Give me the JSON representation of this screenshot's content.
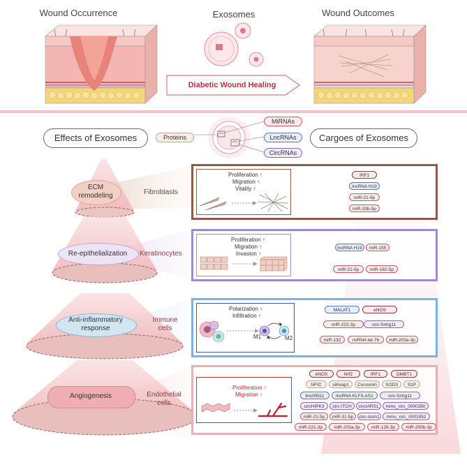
{
  "header": {
    "wound_occurrence": "Wound Occurrence",
    "exosomes": "Exosomes",
    "wound_outcomes": "Wound Outcomes",
    "banner": "Diabetic Wound Healing"
  },
  "middle": {
    "effects": "Effects of Exosomes",
    "cargoes": "Cargoes of Exosomes",
    "proteins": "Proteins",
    "mirnas": "MiRNAs",
    "lncrnas": "LncRNAs",
    "circrnas": "CircRNAs"
  },
  "levels": [
    {
      "process": "ECM remodeling",
      "cell": "Fibroblasts",
      "effects": [
        "Proliferation ↑",
        "Migration ↑",
        "Vitality ↑"
      ],
      "cargoes": [
        "IRF1",
        "lncRNA H19",
        "miR-21-5p",
        "miR-20b-5p"
      ]
    },
    {
      "process": "Re-epithelialization",
      "cell": "Keratinocytes",
      "effects": [
        "Proliferation ↑",
        "Migration ↑",
        "Invasion ↑"
      ],
      "cargoes": [
        "lncRNA H19",
        "miR-155",
        "miR-21-5p",
        "miR-182-5p"
      ]
    },
    {
      "process": "Anti-inflammatory response",
      "cell": "Immune cells",
      "effects": [
        "Polarization ↑",
        "Infiltration ↑"
      ],
      "labels": [
        "M1",
        "M2"
      ],
      "cargoes": [
        "MALAT1",
        "eNOS",
        "miR-222-3p",
        "circ-Snhg11",
        "miR-132",
        "miRNA let-7b",
        "miR-203a-3p"
      ]
    },
    {
      "process": "Angiogenesis",
      "cell": "Endothelial cells",
      "effects": [
        "Proliferation ↑",
        "Migration ↑"
      ],
      "cargoes": [
        "eNOS",
        "Nrf2",
        "IRF1",
        "DMBT1",
        "NFIC",
        "siKeap1",
        "Curcumin",
        "SOD3",
        "S1P",
        "linc00511",
        "lncRNA KLF3-AS1",
        "circ-Snhg11",
        "circHIPK3",
        "circ-ITCH",
        "circIARS1",
        "mmu_circ_0000250",
        "miR-21-5p",
        "miR-31-5p",
        "circ-Astn1",
        "mmu_circ_0001052",
        "miR-221-3p",
        "miR-203a-3p",
        "miR-126-3p",
        "miR-200b-3p"
      ]
    }
  ],
  "colors": {
    "brown": "#8b5a4a",
    "purple": "#9f8bc7",
    "blue": "#7ab4de",
    "pink": "#e6b1b6",
    "red": "#c0343d"
  }
}
